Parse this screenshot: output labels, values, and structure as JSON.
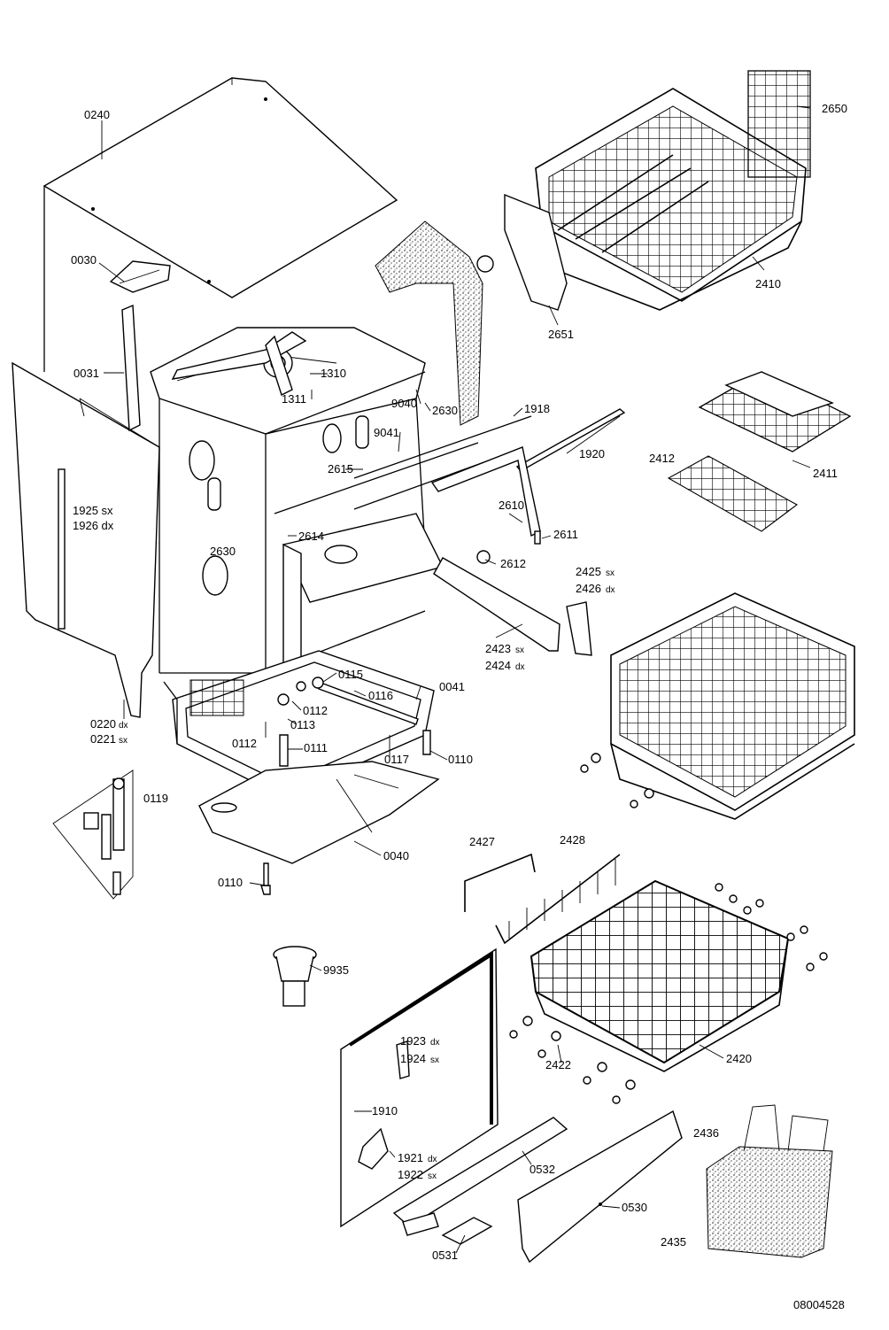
{
  "drawing_number": "08004528",
  "labels": {
    "l0240": "0240",
    "l0030": "0030",
    "l0031": "0031",
    "l1925": "1925 sx",
    "l1926": "1926 dx",
    "l0220": "0220",
    "l0220_sup": "dx",
    "l0221": "0221",
    "l0221_sup": "sx",
    "l1310": "1310",
    "l1311": "1311",
    "l9040": "9040",
    "l9041": "9041",
    "l2630a": "2630",
    "l2630b": "2630",
    "l2615": "2615",
    "l2614": "2614",
    "l1918": "1918",
    "l1920": "1920",
    "l2610": "2610",
    "l2611": "2611",
    "l2612": "2612",
    "l2423": "2423",
    "l2423_sup": "sx",
    "l2424": "2424",
    "l2424_sup": "dx",
    "l2425": "2425",
    "l2425_sup": "sx",
    "l2426": "2426",
    "l2426_sup": "dx",
    "l2650": "2650",
    "l2410": "2410",
    "l2651": "2651",
    "l2412": "2412",
    "l2411": "2411",
    "l0115": "0115",
    "l0116": "0116",
    "l0041": "0041",
    "l0112a": "0112",
    "l0113": "0113",
    "l0112b": "0112",
    "l0111": "0111",
    "l0117": "0117",
    "l0110a": "0110",
    "l0119": "0119",
    "l0040": "0040",
    "l0110b": "0110",
    "l9935": "9935",
    "l2427": "2427",
    "l2428": "2428",
    "l2422": "2422",
    "l2420": "2420",
    "l1923": "1923",
    "l1923_sup": "dx",
    "l1924": "1924",
    "l1924_sup": "sx",
    "l1910": "1910",
    "l1921": "1921",
    "l1921_sup": "dx",
    "l1922": "1922",
    "l1922_sup": "sx",
    "l0532": "0532",
    "l0530": "0530",
    "l0531": "0531",
    "l2436": "2436",
    "l2435": "2435"
  }
}
